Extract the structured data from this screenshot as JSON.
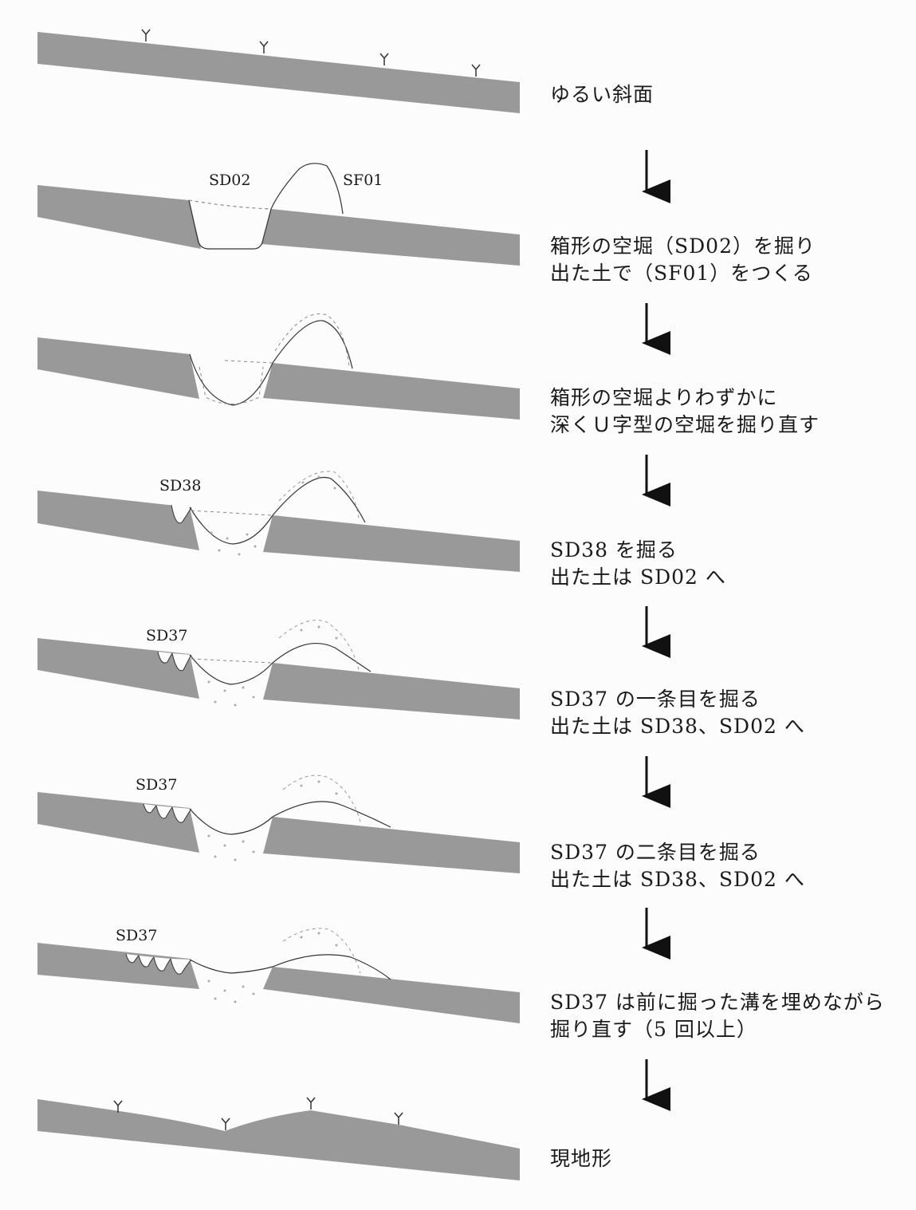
{
  "steps": [
    {
      "caption": [
        "ゆるい斜面"
      ],
      "labels": []
    },
    {
      "caption": [
        "箱形の空堀（SD02）を掘り",
        "出た土で（SF01）をつくる"
      ],
      "labels": [
        "SD02",
        "SF01"
      ]
    },
    {
      "caption": [
        "箱形の空堀よりわずかに",
        "深くＵ字型の空堀を掘り直す"
      ],
      "labels": []
    },
    {
      "caption": [
        "SD38 を掘る",
        "出た土は SD02 へ"
      ],
      "labels": [
        "SD38"
      ]
    },
    {
      "caption": [
        "SD37 の一条目を掘る",
        "出た土は SD38、SD02 へ"
      ],
      "labels": [
        "SD37"
      ]
    },
    {
      "caption": [
        "SD37 の二条目を掘る",
        "出た土は SD38、SD02 へ"
      ],
      "labels": [
        "SD37"
      ]
    },
    {
      "caption": [
        "SD37 は前に掘った溝を埋めながら",
        "掘り直す（5 回以上）"
      ],
      "labels": [
        "SD37"
      ]
    },
    {
      "caption": [
        "現地形"
      ],
      "labels": []
    }
  ],
  "colors": {
    "ground": "#999999",
    "line": "#333333",
    "fill_dots": "#aaaaaa",
    "arrow": "#111111"
  },
  "icons": {
    "arrow": "down-arrow-icon",
    "plant": "plant-icon"
  }
}
